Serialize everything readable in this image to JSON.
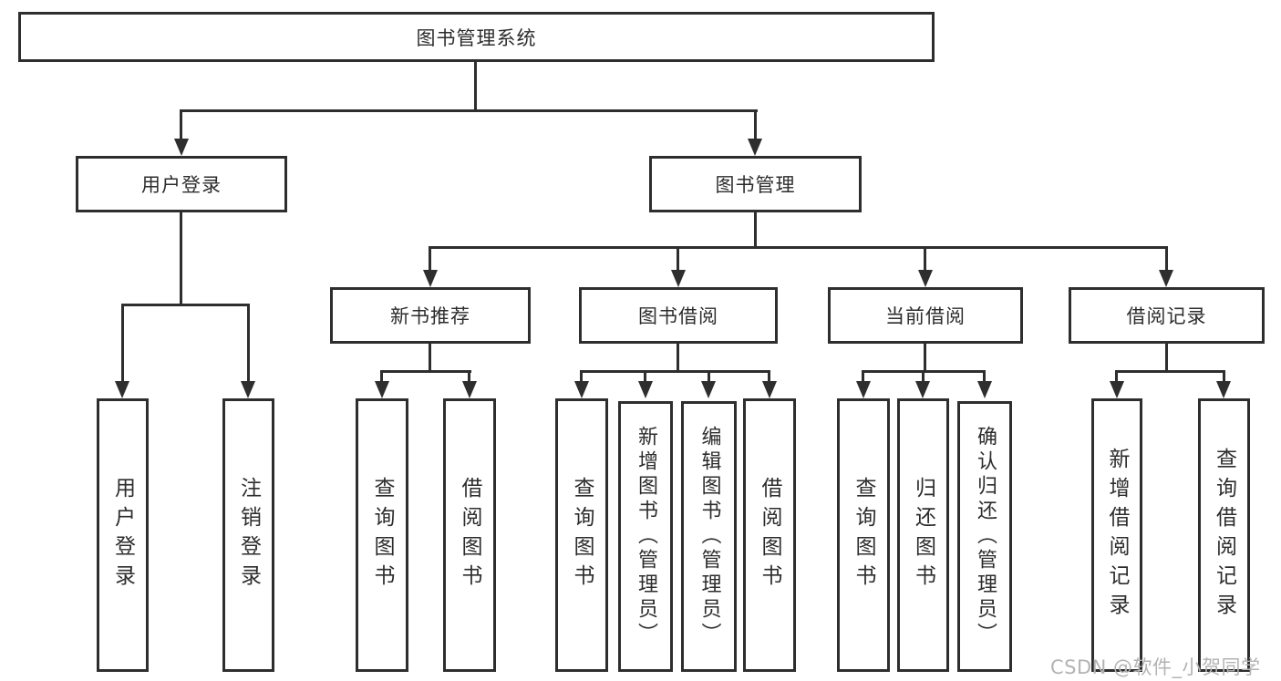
{
  "tree": {
    "label": "图书管理系统",
    "children": [
      {
        "label": "用户登录",
        "children": [
          {
            "label": "用户登录"
          },
          {
            "label": "注销登录"
          }
        ]
      },
      {
        "label": "图书管理",
        "children": [
          {
            "label": "新书推荐",
            "children": [
              {
                "label": "查询图书"
              },
              {
                "label": "借阅图书"
              }
            ]
          },
          {
            "label": "图书借阅",
            "children": [
              {
                "label": "查询图书"
              },
              {
                "label": "新增图书（管理员）"
              },
              {
                "label": "编辑图书（管理员）"
              },
              {
                "label": "借阅图书"
              }
            ]
          },
          {
            "label": "当前借阅",
            "children": [
              {
                "label": "查询图书"
              },
              {
                "label": "归还图书"
              },
              {
                "label": "确认归还（管理员）"
              }
            ]
          },
          {
            "label": "借阅记录",
            "children": [
              {
                "label": "新增借阅记录"
              },
              {
                "label": "查询借阅记录"
              }
            ]
          }
        ]
      }
    ]
  },
  "watermark": "CSDN @软件_小贺同学",
  "colors": {
    "line": "#2e2e2e",
    "box_border": "#2e2e2e",
    "box_fill": "#ffffff",
    "text": "#2d2d2d",
    "watermark": "#b3b3b3",
    "background": "#ffffff"
  }
}
